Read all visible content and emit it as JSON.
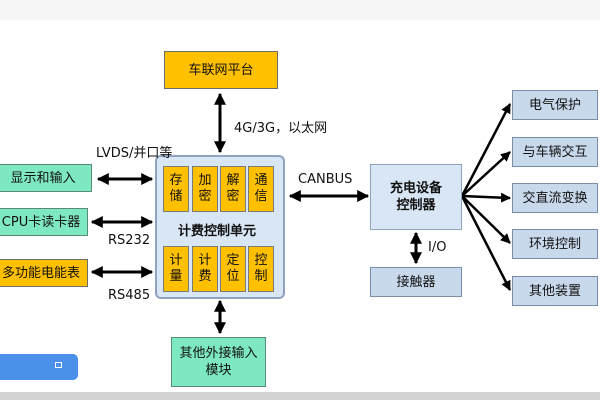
{
  "diagram": {
    "platform": "车联网平台",
    "network_label": "4G/3G，以太网",
    "billing_unit": {
      "title": "计费控制单元",
      "top_cells": [
        "存储",
        "加密",
        "解密",
        "通信"
      ],
      "bottom_cells": [
        "计量",
        "计费",
        "定位",
        "控制"
      ]
    },
    "left_devices": [
      "显示和输入",
      "CPU卡读卡器",
      "多功能电能表"
    ],
    "left_links": [
      "LVDS/并口等",
      "RS232",
      "RS485"
    ],
    "bus_label": "CANBUS",
    "charger_controller": "充电设备控制器",
    "io_label": "I/O",
    "contactor": "接触器",
    "external_input": "其他外接输入模块",
    "right_functions": [
      "电气保护",
      "与车辆交互",
      "交直流变换",
      "环境控制",
      "其他装置"
    ]
  },
  "colors": {
    "yellow": "#ffc000",
    "green": "#7ee8c0",
    "blue": "#c9d9ec",
    "toast": "#4a90e8"
  }
}
